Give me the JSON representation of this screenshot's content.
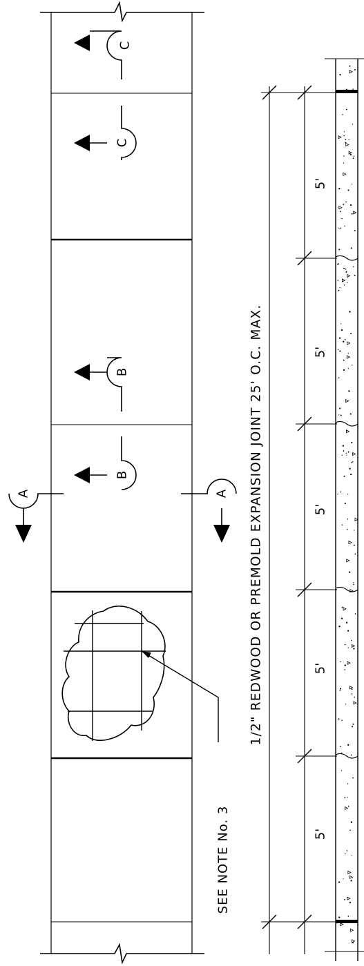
{
  "drawing": {
    "callouts": {
      "section_a": "A",
      "section_b": "B",
      "section_c": "C"
    },
    "note_ref": "SEE NOTE No. 3",
    "joint_note": "1/2\" REDWOOD OR PREMOLD EXPANSION JOINT 25' O.C. MAX.",
    "spacing_labels": [
      "5'",
      "5'",
      "5'",
      "5'",
      "5'"
    ]
  }
}
